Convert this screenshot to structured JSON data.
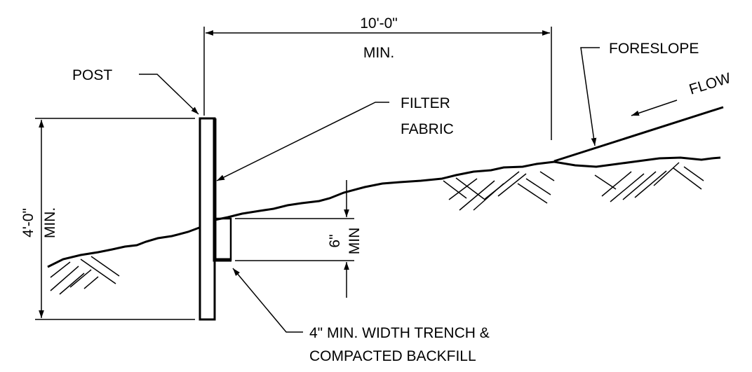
{
  "labels": {
    "width_dim": "10'-0\"",
    "width_min": "MIN.",
    "foreslope": "FORESLOPE",
    "post": "POST",
    "filter_line1": "FILTER",
    "filter_line2": "FABRIC",
    "flow": "FLOW",
    "height_dim": "4'-0\"",
    "height_min": "MIN.",
    "depth_dim": "6\"",
    "depth_min": "MIN",
    "trench_line1": "4\" MIN. WIDTH TRENCH &",
    "trench_line2": "COMPACTED BACKFILL"
  }
}
